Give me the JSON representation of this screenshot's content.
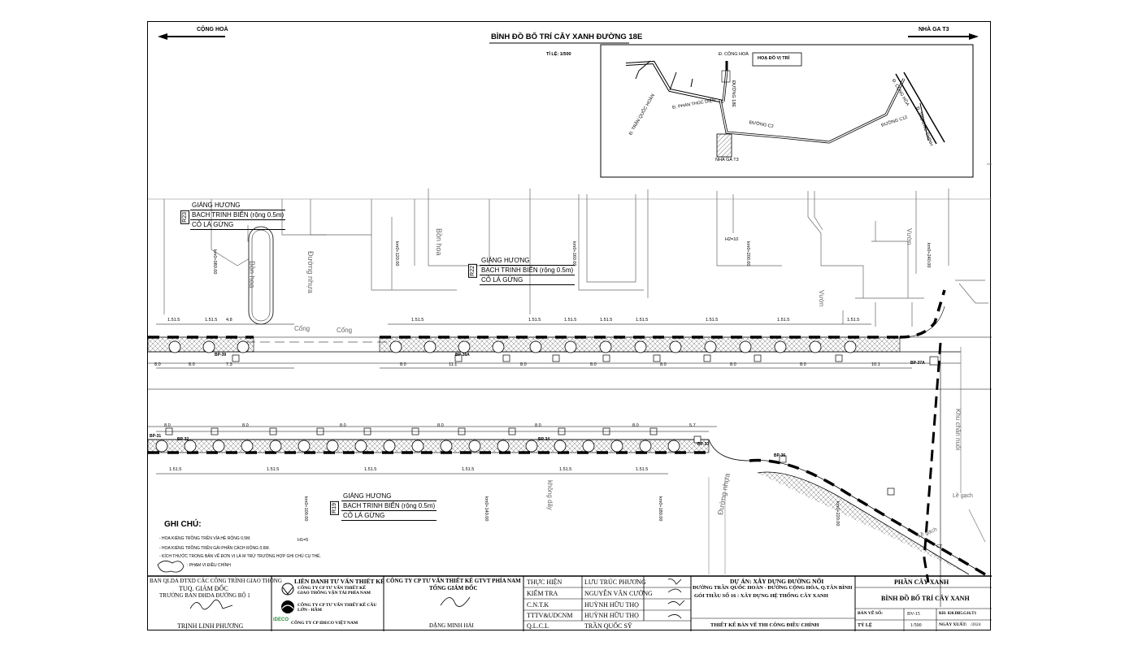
{
  "header": {
    "title": "BÌNH ĐỒ BỐ TRÍ CÂY XANH ĐƯỜNG 18E",
    "scale": "TỈ LỆ: 1/500",
    "arrow_left": "CỘNG HOÀ",
    "arrow_right": "NHÀ GA T3"
  },
  "location_map": {
    "legend": "HOẠ ĐỒ VỊ TRÍ",
    "labels": {
      "cong_hoa_top": "Đ. CỘNG HOÀ",
      "duong_18e": "ĐƯỜNG 18E",
      "tran_quoc_hoan": "Đ. TRẦN QUỐC HOÀN",
      "phan_thuc_dien": "Đ. PHAN THÚC DIỆN",
      "duong_c2": "ĐƯỜNG C2",
      "duong_c12": "ĐƯỜNG C12",
      "cong_hoa_right": "Đ. CỘNG HÒA",
      "truong_chinh": "Đ. TRƯỜNG CHINH",
      "nha_ga": "NHÀ GA T3"
    }
  },
  "plan": {
    "plant_groups": [
      {
        "tag": "R23",
        "lines": [
          "GIÁNG HƯƠNG",
          "BẠCH TRINH BIỂN (rộng 0.5m)",
          "CỎ LÁ GỪNG"
        ]
      },
      {
        "tag": "R22",
        "lines": [
          "GIÁNG HƯƠNG",
          "BẠCH TRINH BIỂN (rộng 0.5m)",
          "CỎ LÁ GỪNG"
        ]
      },
      {
        "tag": "R19",
        "lines": [
          "GIÁNG HƯƠNG",
          "BẠCH TRINH BIỂN (rộng 0.5m)",
          "CỎ LÁ GỪNG"
        ]
      }
    ],
    "stations_top": [
      "km0+080.00",
      "km0+120.00",
      "km0+160.00",
      "km0+200.00",
      "km0+240.00"
    ],
    "stations_bottom": [
      "km0+100.00",
      "km0+140.00",
      "km0+180.00",
      "km0+220.00"
    ],
    "area_labels": {
      "bon_hoa": "Bồn hoa",
      "duong_nhua": "Đường nhựa",
      "cong": "Cổng",
      "vuon": "Vườn",
      "khu_chan_nuoi": "Khu chăn nuôi",
      "le_gach": "Lề gạch",
      "khong_day": "không dây"
    },
    "pits": [
      "BP-39",
      "BP-38A",
      "BP-37A",
      "BP-36",
      "BP-34",
      "BP-33",
      "BP-32",
      "BP-31"
    ],
    "dims": {
      "spacing": "8.0",
      "pit": "1.51.5",
      "d73": "7.3",
      "d111": "11.1",
      "d101": "10.1",
      "d57": "5.7",
      "d48": "4.8"
    },
    "marks": {
      "h2": "H2=10",
      "h1": "H1=5",
      "ct": "CT"
    }
  },
  "notes": {
    "title": "GHI CHÚ:",
    "items": [
      "- HOA KIỂNG TRỒNG TRÊN VỈA HÈ RỘNG 0.5M.",
      "- HOA KIỂNG TRỒNG TRÊN GẢI PHÂN CÁCH RỘNG 0.6M.",
      "- KÍCH THƯỚC TRONG BẢN VẼ ĐƠN VỊ LÀ M TRỪ TRƯỜNG HỢP GHI CHÚ CỤ THỂ.",
      ": PHẠM VI ĐIỀU CHỈNH"
    ]
  },
  "title_block": {
    "owner": [
      "BAN QLDA ĐTXD CÁC CÔNG TRÌNH GIAO THÔNG",
      "TUQ. GIÁM ĐỐC",
      "TRƯỞNG BAN ĐHDA ĐƯỜNG BỘ 1"
    ],
    "owner_signer": "TRỊNH LINH PHƯƠNG",
    "consortium_title": "LIÊN DANH TƯ VẤN THIẾT KẾ",
    "consortium_members": [
      "CÔNG TY CP TƯ VẤN THIẾT KẾ GIAO THÔNG VẬN TẢI PHÍA NAM",
      "CÔNG TY CP TƯ VẤN THIẾT KẾ CẦU LỚN - HẦM",
      "CÔNG TY CP IDECO VIỆT NAM"
    ],
    "logo_ideco": "iDECO",
    "tedi": [
      "CÔNG TY CP TƯ VẤN THIẾT KẾ GTVT PHÍA NAM",
      "TỔNG GIÁM ĐỐC"
    ],
    "tedi_signer": "ĐẶNG MINH HẢI",
    "roles": [
      {
        "role": "THỰC HIỆN",
        "name": "LƯU TRÚC PHƯƠNG"
      },
      {
        "role": "KIỂM TRA",
        "name": "NGUYỄN VĂN CƯỜNG"
      },
      {
        "role": "C.N.T.K",
        "name": "HUỲNH HỮU THỌ"
      },
      {
        "role": "TTTV&UDCNM",
        "name": "HUỲNH HỮU THỌ"
      },
      {
        "role": "Q.L.C.L",
        "name": "TRẦN QUỐC SỸ"
      }
    ],
    "project": [
      "DỰ ÁN: XÂY DỰNG ĐƯỜNG NỐI",
      "ĐƯỜNG TRẦN QUỐC HOÀN - ĐƯỜNG CỘNG HÒA, Q.TÂN BÌNH",
      "GÓI THẦU SỐ 16 : XÂY DỰNG HỆ THỐNG CÂY XANH"
    ],
    "stage": "THIẾT KẾ BẢN VẼ THI CÔNG ĐIỀU CHỈNH",
    "part": "PHẦN CÂY XANH",
    "drawing_title": "BÌNH ĐỒ BỐ TRÍ CÂY XANH",
    "sheet_label": "BẢN VẼ SỐ:",
    "sheet_no": "BV-15",
    "code": "KH: 820.DB5.G16.T1",
    "scale_label": "TỶ LỆ",
    "scale": "1/500",
    "date_label": "NGÀY XUẤT:",
    "date": "/2024"
  },
  "colors": {
    "line": "#000000",
    "hatch": "#555555",
    "paper": "#ffffff"
  }
}
